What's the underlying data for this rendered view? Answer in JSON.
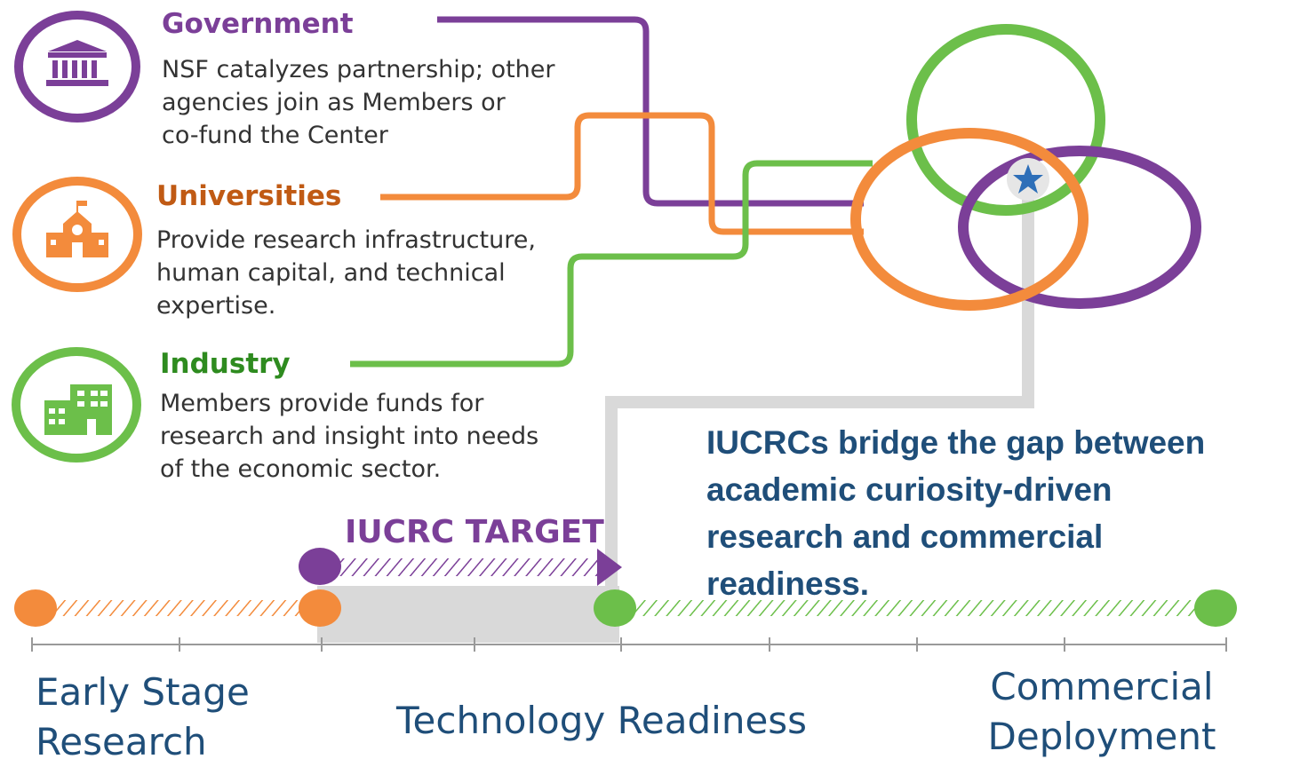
{
  "colors": {
    "government": "#7b3f98",
    "universities": "#f38b3c",
    "universities_title": "#c05a14",
    "industry": "#6cbf4a",
    "industry_title": "#2e8b1f",
    "bridge_text": "#1f4e79",
    "axis_text": "#1f4e79",
    "connector": "#d9d9d9"
  },
  "stakeholders": [
    {
      "title": "Government",
      "icon": "government-building-icon",
      "description_lines": [
        "NSF catalyzes partnership; other",
        "agencies join as Members or",
        "co-fund the Center"
      ]
    },
    {
      "title": "Universities",
      "icon": "university-school-icon",
      "description_lines": [
        "Provide research infrastructure,",
        "human capital, and technical",
        "expertise."
      ]
    },
    {
      "title": "Industry",
      "icon": "industry-office-icon",
      "description_lines": [
        "Members provide funds for",
        "research and insight into needs",
        "of the economic sector."
      ]
    }
  ],
  "venn_center_icon": "star-icon",
  "bridge_statement_lines": [
    "IUCRCs bridge the gap between",
    "academic curiosity-driven",
    "research and commercial",
    "readiness."
  ],
  "target_label": "IUCRC TARGET",
  "axis": {
    "start_label_lines": [
      "Early Stage",
      "Research"
    ],
    "middle_label": "Technology Readiness",
    "end_label_lines": [
      "Commercial",
      "Deployment"
    ]
  }
}
